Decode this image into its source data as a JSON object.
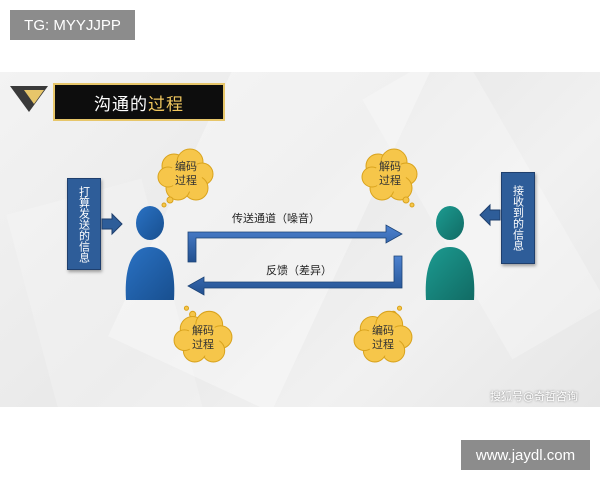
{
  "watermarks": {
    "top": "TG: MYYJJPP",
    "bottom": "www.jaydl.com"
  },
  "title": {
    "prefix": "沟通的",
    "accent": "过程"
  },
  "sender_box": "打算发送的信息",
  "receiver_box": "接收到的信息",
  "bubbles": {
    "sender_top": "编码\n过程",
    "receiver_top": "解码\n过程",
    "sender_bottom": "解码\n过程",
    "receiver_bottom": "编码\n过程"
  },
  "flow": {
    "channel": "传送通道（噪音）",
    "feedback": "反馈（差异）"
  },
  "credit": "搜狐号@奇哲咨询",
  "colors": {
    "title_accent": "#f0c75e",
    "side_box": "#2e5d99",
    "sender_person": "#1f5ea8",
    "receiver_person": "#17867e",
    "bubble": "#f6c64a",
    "flow_arrow": "#2f62b1"
  }
}
